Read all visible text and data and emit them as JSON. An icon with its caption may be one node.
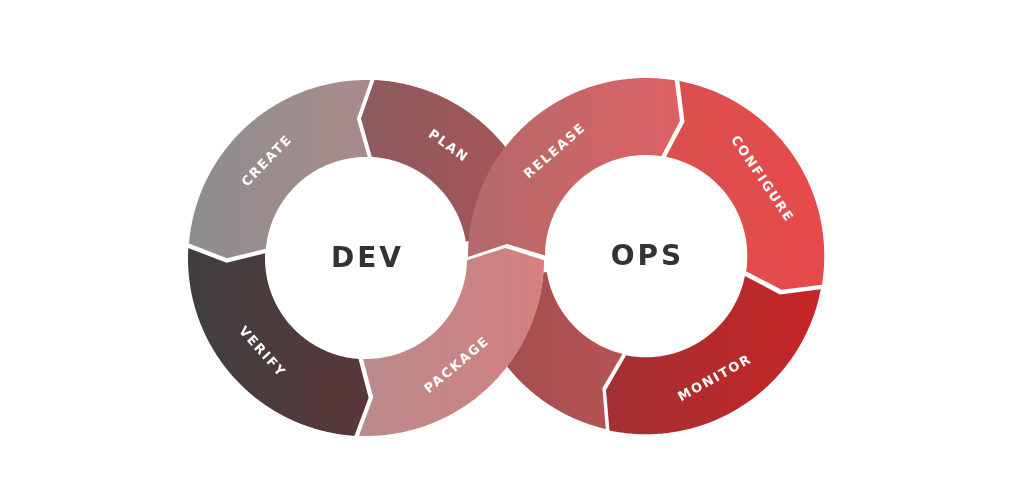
{
  "diagram": {
    "nodes": [
      {
        "text": [
          "CREATE"
        ]
      },
      {
        "text": [
          "PLAN"
        ]
      },
      {
        "text": [
          "RELEASE"
        ]
      },
      {
        "text": [
          "CONFIGURE"
        ]
      },
      {
        "text": [
          "VERIFY"
        ]
      },
      {
        "text": [
          "PACKAGE"
        ]
      },
      {
        "text": [],
        "shape": "arc"
      },
      {
        "text": [
          "MONITOR"
        ]
      }
    ],
    "labels": [
      "DEV",
      "OPS"
    ]
  }
}
